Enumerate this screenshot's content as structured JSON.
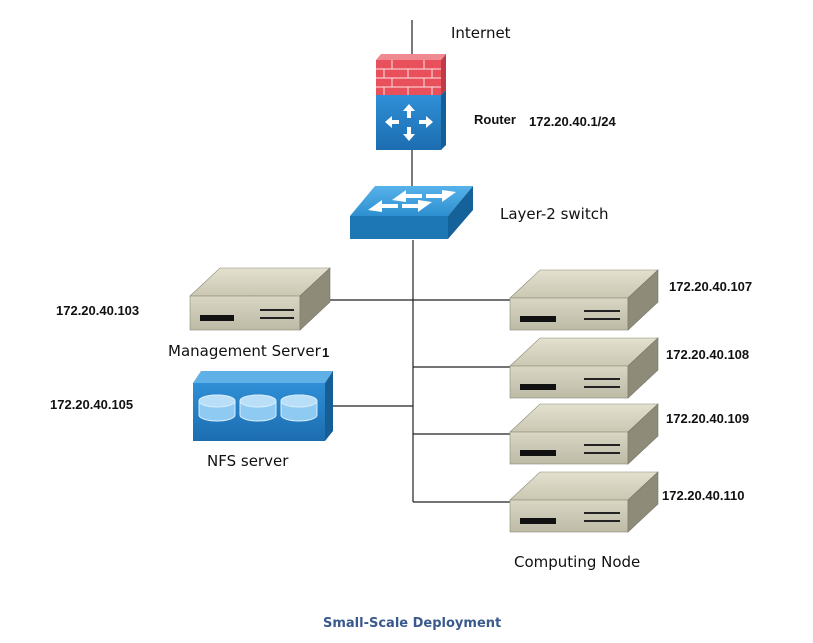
{
  "labels": {
    "internet": "Internet",
    "router": "Router",
    "router_ip": "172.20.40.1/24",
    "switch": "Layer-2 switch",
    "mgmt_server": "Management Server",
    "mgmt_marker": "1",
    "mgmt_ip": "172.20.40.103",
    "nfs_server": "NFS server",
    "nfs_ip": "172.20.40.105",
    "node_ips": [
      "172.20.40.107",
      "172.20.40.108",
      "172.20.40.109",
      "172.20.40.110"
    ],
    "computing_node": "Computing Node",
    "caption": "Small-Scale Deployment"
  },
  "colors": {
    "firewall": "#e8505b",
    "router": "#1f7fc1",
    "switch": "#2d8fd0",
    "server": "#cfcdb8",
    "nfs": "#2f8fd6",
    "line": "#222222",
    "caption": "#3a5a8c"
  },
  "icons": {
    "firewall": "brick-firewall-icon",
    "router": "router-arrows-icon",
    "switch": "switch-arrows-icon",
    "server": "rack-server-icon",
    "storage": "storage-disks-icon"
  }
}
